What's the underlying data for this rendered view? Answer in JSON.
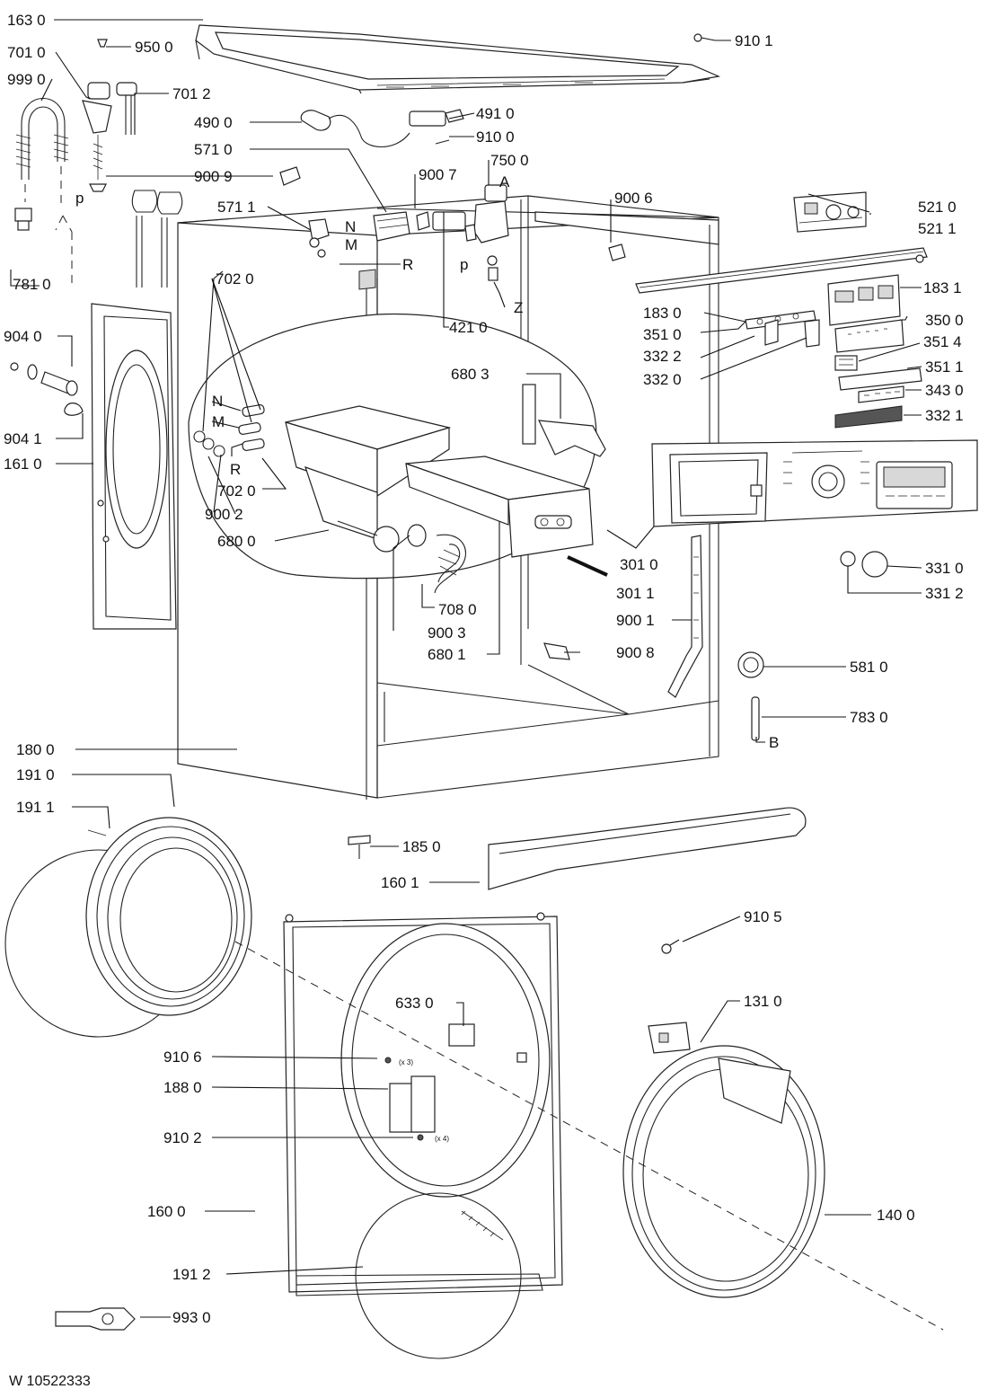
{
  "diagram_ref": "W 10522333",
  "labels": {
    "l1630": "163 0",
    "l9101": "910 1",
    "l7010": "701 0",
    "l9500": "950 0",
    "l9990": "999 0",
    "l7012": "701 2",
    "l4900": "490 0",
    "l4910": "491 0",
    "l9100": "910 0",
    "l5710": "571 0",
    "l7500": "750 0",
    "l9009": "900 9",
    "l9007": "900 7",
    "lA": "A",
    "l9006": "900 6",
    "l5210": "521 0",
    "l5211": "521 1",
    "lp1": "p",
    "l5711": "571 1",
    "lN1": "N",
    "lM1": "M",
    "lR1": "R",
    "lp2": "p",
    "lZ": "Z",
    "l7810": "781 0",
    "l1831": "183 1",
    "l1830": "183 0",
    "l3510": "351 0",
    "l3500": "350 0",
    "l7020a": "702 0",
    "l4210": "421 0",
    "l3514": "351 4",
    "l3322": "332 2",
    "l3511": "351 1",
    "l9040": "904 0",
    "l3320": "332 0",
    "l6803": "680 3",
    "l3430": "343 0",
    "l3321": "332 1",
    "lN2": "N",
    "l9041": "904 1",
    "lM2": "M",
    "l1610": "161 0",
    "lR2": "R",
    "l7020b": "702 0",
    "l9002": "900 2",
    "l6800": "680 0",
    "l3010": "301 0",
    "l3310": "331 0",
    "l3011": "301 1",
    "l3312": "331 2",
    "l7080": "708 0",
    "l9001": "900 1",
    "l9003": "900 3",
    "l9008": "900 8",
    "l6801": "680 1",
    "l5810": "581 0",
    "l7830": "783 0",
    "lB": "B",
    "l1800": "180 0",
    "l1910": "191 0",
    "l1911": "191 1",
    "l1850": "185 0",
    "l1601": "160 1",
    "l9105": "910 5",
    "l6330": "633 0",
    "l1310": "131 0",
    "l9106": "910 6",
    "lx3": "(x 3)",
    "l1880": "188 0",
    "l9102": "910 2",
    "lx4": "(x 4)",
    "l1600": "160 0",
    "l1400": "140 0",
    "l1912": "191 2",
    "l9930": "993 0"
  }
}
